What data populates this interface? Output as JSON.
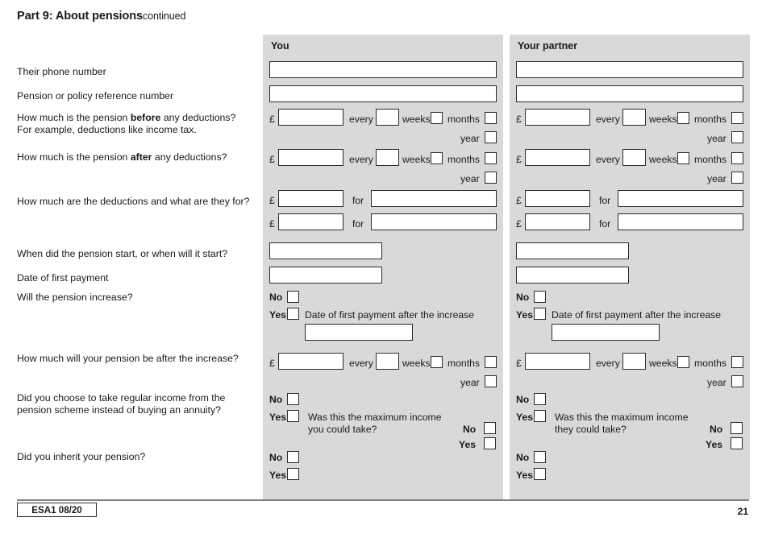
{
  "page": {
    "title_main": "Part 9: About pensions",
    "title_suffix": "continued",
    "form_code": "ESA1 08/20",
    "page_number": "21",
    "colors": {
      "column_fill": "#d9d9d9",
      "ink": "#1a1a1a",
      "border": "#2b2b2b"
    }
  },
  "columns": [
    {
      "key": "you",
      "heading": "You"
    },
    {
      "key": "partner",
      "heading": "Your partner"
    }
  ],
  "questions": [
    {
      "id": "phone",
      "text": "Their phone number"
    },
    {
      "id": "policy_ref",
      "text": "Pension or policy reference number"
    },
    {
      "id": "pension_before",
      "text_before": "How much is the pension ",
      "bold": "before",
      "text_after": " any deductions?",
      "line2": "For example, deductions like income tax."
    },
    {
      "id": "pension_after",
      "text_before": "How much is the pension ",
      "bold": "after",
      "text_after": " any deductions?"
    },
    {
      "id": "deductions",
      "text": "How much are the deductions and what are they for?"
    },
    {
      "id": "pension_start",
      "text": "When did the pension start, or when will it start?"
    },
    {
      "id": "first_payment",
      "text": "Date of first payment"
    },
    {
      "id": "will_increase",
      "text": "Will the pension increase?"
    },
    {
      "id": "after_increase",
      "text": "How much will your pension be after the increase?"
    },
    {
      "id": "regular_income",
      "line1": "Did you choose to take regular income from the",
      "line2": "pension scheme instead of buying an annuity?"
    },
    {
      "id": "inherit",
      "text": "Did you inherit your pension?"
    }
  ],
  "labels": {
    "pound": "£",
    "every": "every",
    "weeks": "weeks",
    "months": "months",
    "year": "year",
    "for": "for",
    "no": "No",
    "yes": "Yes",
    "increase_date": "Date of first payment after the increase",
    "max_income_you_l1": "Was this the maximum income",
    "max_income_you_l2": "you could take?",
    "max_income_partner_l1": "Was this the maximum income",
    "max_income_partner_l2": "they could take?"
  },
  "fields": {
    "you": {
      "phone": "",
      "policy_ref": "",
      "before_amount": "",
      "before_every": "",
      "after_amount": "",
      "after_every": "",
      "deduction1_amount": "",
      "deduction1_for": "",
      "deduction2_amount": "",
      "deduction2_for": "",
      "pension_start_date": "",
      "first_payment_date": "",
      "increase_date": "",
      "increase_amount": "",
      "increase_every": ""
    },
    "partner": {
      "phone": "",
      "policy_ref": "",
      "before_amount": "",
      "before_every": "",
      "after_amount": "",
      "after_every": "",
      "deduction1_amount": "",
      "deduction1_for": "",
      "deduction2_amount": "",
      "deduction2_for": "",
      "pension_start_date": "",
      "first_payment_date": "",
      "increase_date": "",
      "increase_amount": "",
      "increase_every": ""
    }
  },
  "checkboxes": {
    "you": {
      "before_weeks": false,
      "before_months": false,
      "before_year": false,
      "after_weeks": false,
      "after_months": false,
      "after_year": false,
      "increase_no": false,
      "increase_yes": false,
      "inc_weeks": false,
      "inc_months": false,
      "inc_year": false,
      "regular_no": false,
      "regular_yes": false,
      "max_no": false,
      "max_yes": false,
      "inherit_no": false,
      "inherit_yes": false
    },
    "partner": {
      "before_weeks": false,
      "before_months": false,
      "before_year": false,
      "after_weeks": false,
      "after_months": false,
      "after_year": false,
      "increase_no": false,
      "increase_yes": false,
      "inc_weeks": false,
      "inc_months": false,
      "inc_year": false,
      "regular_no": false,
      "regular_yes": false,
      "max_no": false,
      "max_yes": false,
      "inherit_no": false,
      "inherit_yes": false
    }
  }
}
